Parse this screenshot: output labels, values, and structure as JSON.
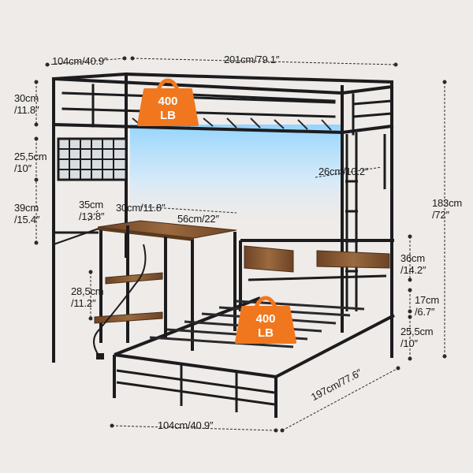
{
  "colors": {
    "background": "#eeebe8",
    "frame": "#1c1c1e",
    "wood": "#8a5a34",
    "badge": "#f0771e",
    "led": "#bfe6ff"
  },
  "badges": {
    "top": {
      "value": "400",
      "unit": "LB"
    },
    "bottom": {
      "value": "400",
      "unit": "LB"
    }
  },
  "dimensions": {
    "depth_top": "104cm/40.9″",
    "length_top": "201cm/79.1″",
    "guard_height": "30cm\n/11.8″",
    "shelf_gap": "25,5cm\n/10″",
    "shelf_to_desk": "39cm\n/15.4″",
    "desk_depth": "35cm\n/13.8″",
    "desk_depth2": "30cm/11.8″",
    "desk_width": "56cm/22″",
    "ladder_width": "26cm/10.2″",
    "total_height": "183cm\n/72″",
    "headboard_height": "36cm\n/14.2″",
    "bed_height": "17cm\n/6.7″",
    "clearance": "25,5cm\n/10″",
    "desk_shelf_gap": "28,5cm\n/11.2″",
    "bottom_width": "104cm/40.9″",
    "bottom_length": "197cm/77.6″"
  }
}
